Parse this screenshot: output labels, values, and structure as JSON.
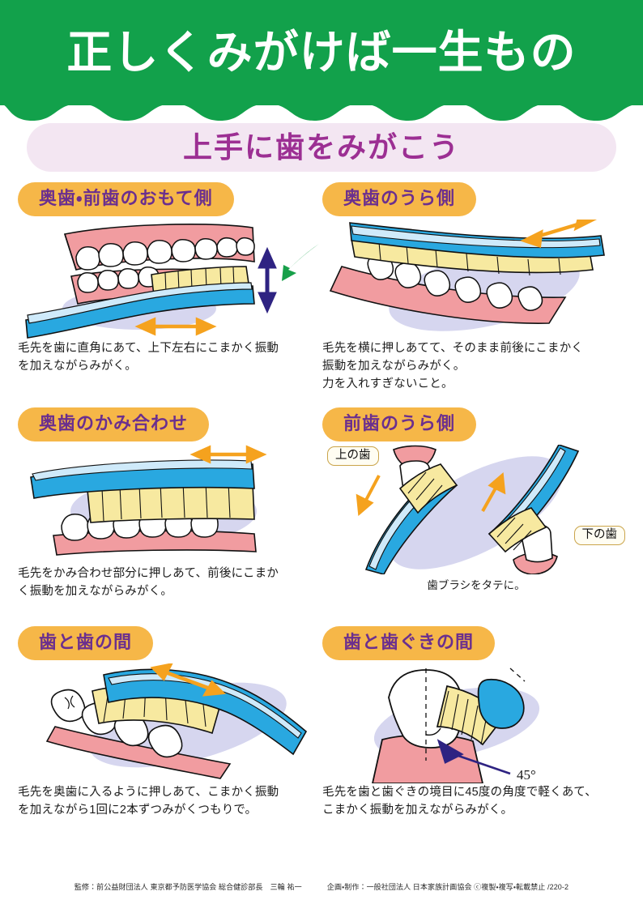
{
  "header": {
    "title": "正しくみがけば一生もの",
    "subtitle": "上手に歯をみがこう",
    "banner_color": "#12a14b",
    "subtitle_bg": "#f3e6f2",
    "subtitle_color": "#9c2f93"
  },
  "theme": {
    "pill_bg": "#f6b748",
    "pill_text": "#6b2f8e",
    "gum_pink": "#f19ca0",
    "brush_blue": "#29a8e0",
    "bristle_yellow": "#f7e9a0",
    "arrow_orange": "#f5a21e",
    "arrow_navy": "#2e2382",
    "arrow_green": "#18a04a",
    "shadow_lilac": "#d6d6ef"
  },
  "panels": [
    {
      "id": "front-surfaces",
      "title": "奥歯・前歯のおもて側",
      "caption": "毛先を歯に直角にあて、上下左右にこまかく振動\nを加えながらみがく。",
      "arrows": [
        "up-down",
        "left-right",
        "pointer"
      ]
    },
    {
      "id": "back-teeth-inner",
      "title": "奥歯のうら側",
      "caption": "毛先を横に押しあてて、そのまま前後にこまかく\n振動を加えながらみがく。\n力を入れすぎないこと。",
      "arrows": [
        "diagonal-double"
      ]
    },
    {
      "id": "back-teeth-chewing",
      "title": "奥歯のかみ合わせ",
      "caption": "毛先をかみ合わせ部分に押しあて、前後にこまか\nく振動を加えながらみがく。",
      "arrows": [
        "left-right"
      ]
    },
    {
      "id": "front-teeth-inner",
      "title": "前歯のうら側",
      "caption": "歯ブラシをタテに。",
      "tag_upper": "上の歯",
      "tag_lower": "下の歯",
      "arrows": [
        "down-left",
        "up-right"
      ]
    },
    {
      "id": "between-teeth",
      "title": "歯と歯の間",
      "caption": "毛先を奥歯に入るように押しあて、こまかく振動\nを加えながら1回に2本ずつみがくつもりで。",
      "arrows": [
        "diagonal-double"
      ]
    },
    {
      "id": "gum-line",
      "title": "歯と歯ぐきの間",
      "caption": "毛先を歯と歯ぐきの境目に45度の角度で軽くあて、\nこまかく振動を加えながらみがく。",
      "angle_label": "45°",
      "arrows": [
        "pointer-navy"
      ]
    }
  ],
  "footer": {
    "supervisor": "監修：前公益財団法人 東京都予防医学協会 総合健診部長　三輪 祐一",
    "producer": "企画・制作：一般社団法人 日本家族計画協会 ⓒ複製・複写・転載禁止 /220-2"
  }
}
